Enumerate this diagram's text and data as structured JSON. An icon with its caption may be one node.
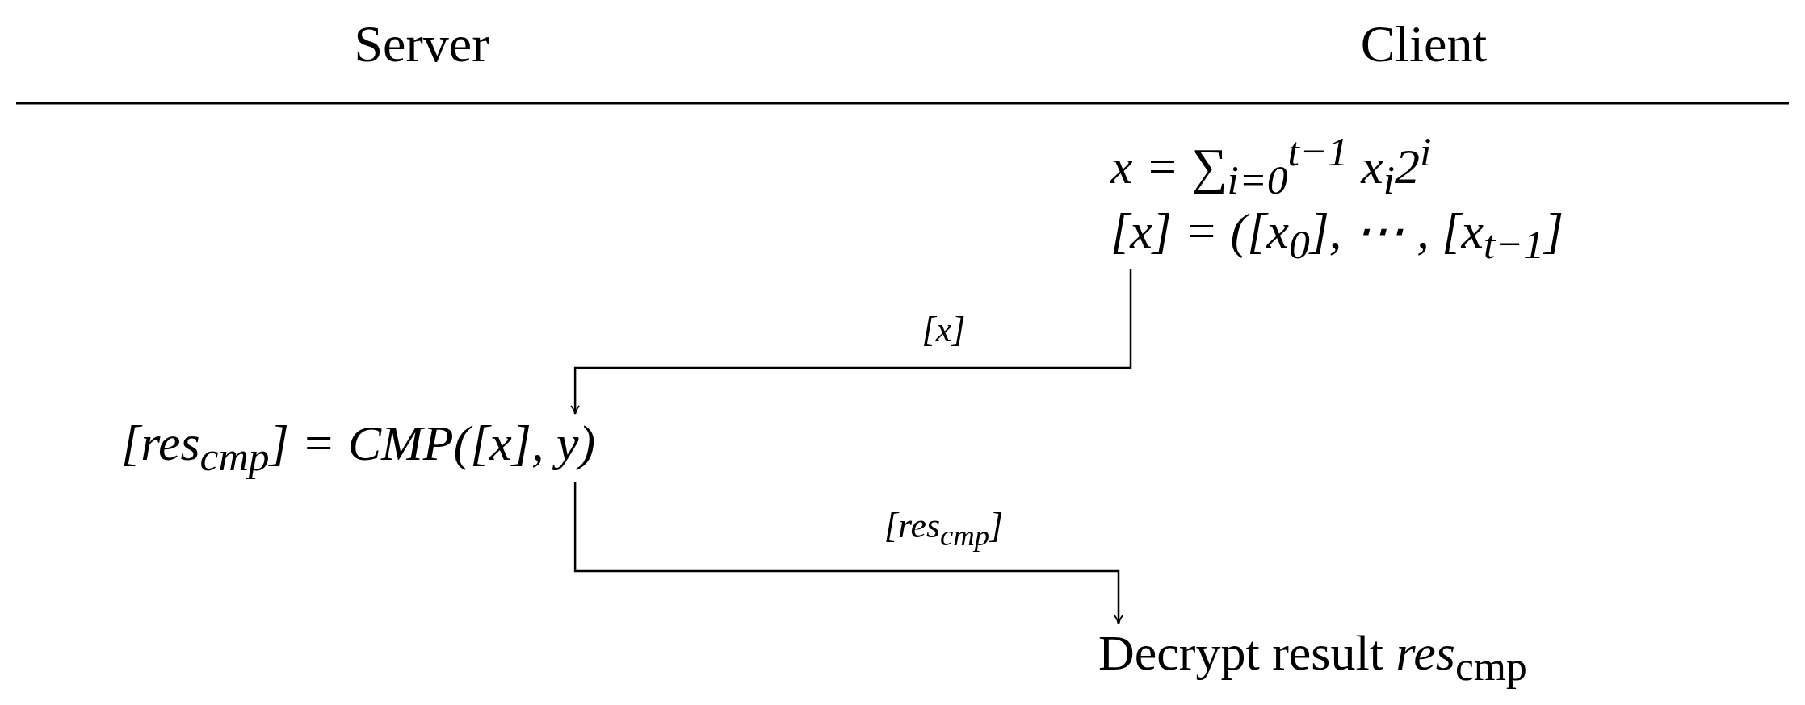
{
  "diagram": {
    "nodes": [
      {
        "text": [
          "x = ∑$_{i=0}$$^{t−1}$ x$_{i}$2$^{i}$",
          "[x] = ([x$_{0}$], ⋯ , [x$_{t−1}$]"
        ]
      },
      {
        "text": [
          "[res$_{cmp}$] = CMP([x], y)"
        ]
      },
      {
        "text": [
          "Decrypt result *res*$_{cmp}$"
        ]
      }
    ],
    "edges": [
      {
        "from": 0,
        "to": 1,
        "arrow": "to",
        "label": "[x]"
      },
      {
        "from": 1,
        "to": 2,
        "arrow": "to",
        "label": "[res$_{cmp}$]"
      }
    ],
    "labels": [
      "Server",
      "Client"
    ]
  }
}
